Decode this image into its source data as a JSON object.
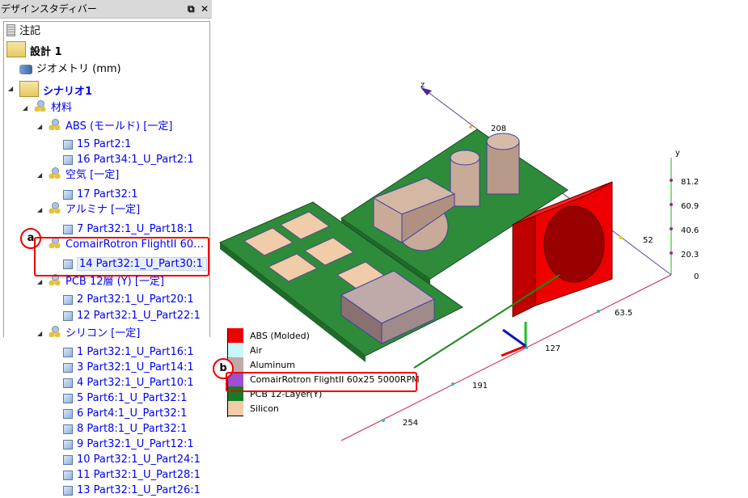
{
  "panel": {
    "title": "デザインスタディバー",
    "restore_icon": "restore-icon",
    "close_icon": "close-icon"
  },
  "tree": [
    {
      "label": "注記",
      "icon": "note-icon",
      "level": 0,
      "style": "blk"
    },
    {
      "label": "設計 1",
      "icon": "design-folder-icon",
      "level": 0,
      "style": "blk bold"
    },
    {
      "label": "ジオメトリ (mm)",
      "icon": "geometry-icon",
      "level": 1,
      "style": "blk"
    },
    {
      "label": "シナリオ1",
      "icon": "scenario-folder-icon",
      "level": 1,
      "style": "bold",
      "arrow": true
    },
    {
      "label": "材料",
      "icon": "material-icon",
      "level": 2,
      "arrow": true
    },
    {
      "label": "ABS (モールド) [一定]",
      "icon": "material-icon",
      "level": 3,
      "arrow": true
    },
    {
      "label": "15 Part2:1",
      "icon": "part-icon",
      "level": 4
    },
    {
      "label": "16 Part34:1_U_Part2:1",
      "icon": "part-icon",
      "level": 4
    },
    {
      "label": "空気 [一定]",
      "icon": "material-icon",
      "level": 3,
      "arrow": true
    },
    {
      "label": "17 Part32:1",
      "icon": "part-icon",
      "level": 4
    },
    {
      "label": "アルミナ [一定]",
      "icon": "material-icon",
      "level": 3,
      "arrow": true
    },
    {
      "label": "7 Part32:1_U_Part18:1",
      "icon": "part-icon",
      "level": 4
    },
    {
      "label": "ComairRotron FlightII 60…",
      "icon": "material-icon",
      "level": 3
    },
    {
      "label": "14 Part32:1_U_Part30:1",
      "icon": "part-icon",
      "level": 4,
      "selected": true
    },
    {
      "label": "PCB 12層 (Y) [一定]",
      "icon": "material-icon",
      "level": 3,
      "arrow": true
    },
    {
      "label": "2 Part32:1_U_Part20:1",
      "icon": "part-icon",
      "level": 4
    },
    {
      "label": "12 Part32:1_U_Part22:1",
      "icon": "part-icon",
      "level": 4
    },
    {
      "label": "シリコン [一定]",
      "icon": "material-icon",
      "level": 3,
      "arrow": true
    },
    {
      "label": "1 Part32:1_U_Part16:1",
      "icon": "part-icon",
      "level": 4
    },
    {
      "label": "3 Part32:1_U_Part14:1",
      "icon": "part-icon",
      "level": 4
    },
    {
      "label": "4 Part32:1_U_Part10:1",
      "icon": "part-icon",
      "level": 4
    },
    {
      "label": "5 Part6:1_U_Part32:1",
      "icon": "part-icon",
      "level": 4
    },
    {
      "label": "6 Part4:1_U_Part32:1",
      "icon": "part-icon",
      "level": 4
    },
    {
      "label": "8 Part8:1_U_Part32:1",
      "icon": "part-icon",
      "level": 4
    },
    {
      "label": "9 Part32:1_U_Part12:1",
      "icon": "part-icon",
      "level": 4
    },
    {
      "label": "10 Part32:1_U_Part24:1",
      "icon": "part-icon",
      "level": 4
    },
    {
      "label": "11 Part32:1_U_Part28:1",
      "icon": "part-icon",
      "level": 4
    },
    {
      "label": "13 Part32:1_U_Part26:1",
      "icon": "part-icon",
      "level": 4
    }
  ],
  "callouts": {
    "a": "a",
    "b": "b"
  },
  "legend": [
    {
      "label": "ABS (Molded)",
      "color": "#ee0000"
    },
    {
      "label": "Air",
      "color": "#c8f8fc"
    },
    {
      "label": "Aluminum",
      "color": "#c0a9a9"
    },
    {
      "label": "ComairRotron FlightII 60x25 5000RPM",
      "color": "#a04fd0"
    },
    {
      "label": "PCB 12-Layer(Y)",
      "color": "#187a24"
    },
    {
      "label": "Silicon",
      "color": "#f0cca8"
    }
  ],
  "axes": {
    "z_label": "z",
    "y_label": "y",
    "z_ticks": [
      "208"
    ],
    "z2_ticks": [
      "52"
    ],
    "y_ticks": [
      "81.2",
      "60.9",
      "40.6",
      "20.3",
      "0"
    ],
    "x_ticks": [
      "63.5",
      "127",
      "191",
      "254"
    ]
  }
}
